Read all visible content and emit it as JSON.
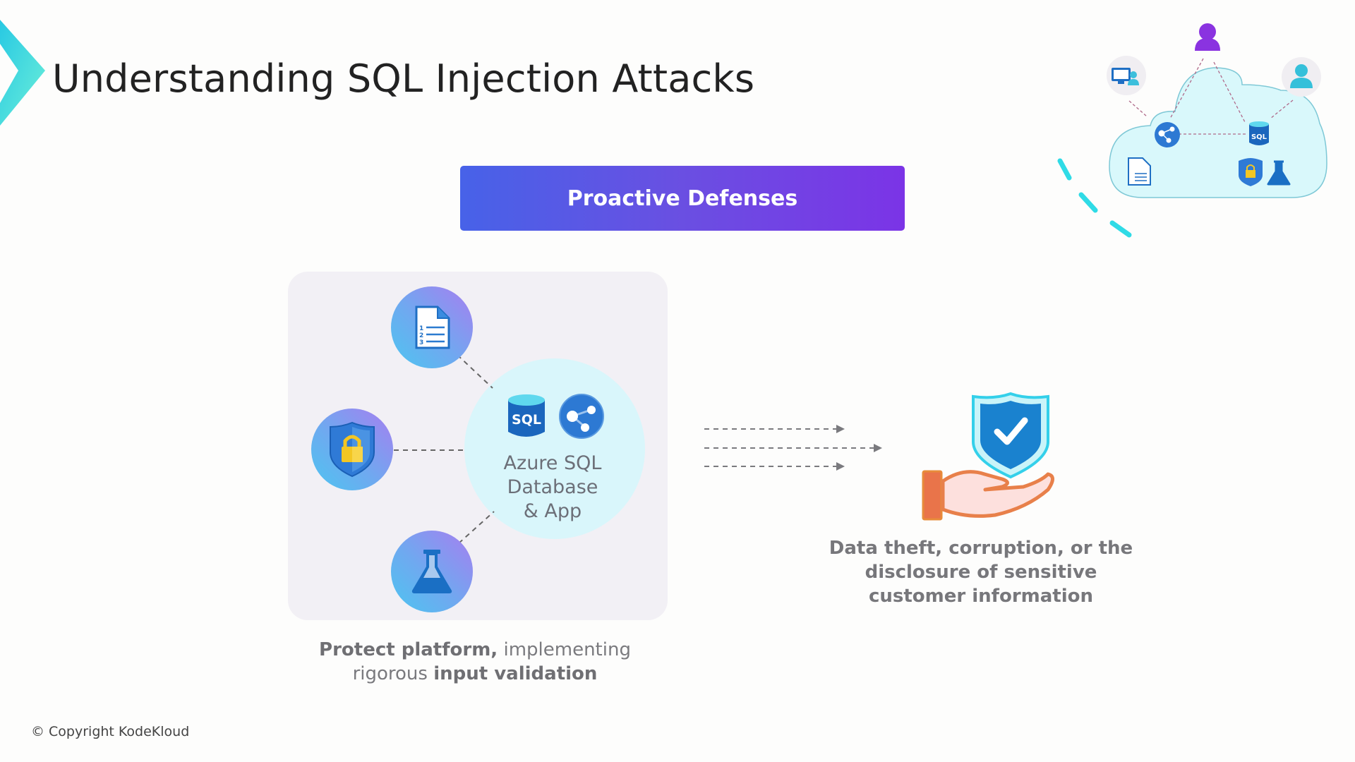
{
  "header": {
    "title": "Understanding SQL Injection Attacks",
    "decoration_icon": "chevron-right-icon"
  },
  "banner": {
    "label": "Proactive Defenses",
    "gradient_start": "#4762e8",
    "gradient_end": "#7b34e6"
  },
  "diagram": {
    "center": {
      "icons": [
        "sql-database-icon",
        "app-service-icon"
      ],
      "label_lines": [
        "Azure SQL",
        "Database",
        "& App"
      ]
    },
    "satellites": [
      {
        "icon": "document-list-icon"
      },
      {
        "icon": "shield-lock-icon"
      },
      {
        "icon": "flask-icon"
      }
    ],
    "arrows": [
      "arrow-right-icon",
      "arrow-right-icon",
      "arrow-right-icon"
    ],
    "left_caption": {
      "bold_1": "Protect platform,",
      "normal_1": " implementing",
      "normal_2": "rigorous ",
      "bold_2": "input validation"
    },
    "result": {
      "icon": "hand-shield-check-icon",
      "label_lines": [
        "Data theft, corruption, or the",
        "disclosure of sensitive",
        "customer information"
      ]
    }
  },
  "cloud_illustration": {
    "icons": [
      "user-icon",
      "computer-user-icon",
      "user-alt-icon",
      "app-service-icon",
      "sql-database-icon",
      "document-list-icon",
      "shield-lock-icon",
      "flask-icon"
    ]
  },
  "footer": {
    "copyright": "© Copyright KodeKloud"
  },
  "colors": {
    "accent_cyan": "#2fd6e6",
    "purple": "#7b34e6",
    "azure_blue": "#1a6fc4",
    "text_gray": "#77777b"
  }
}
